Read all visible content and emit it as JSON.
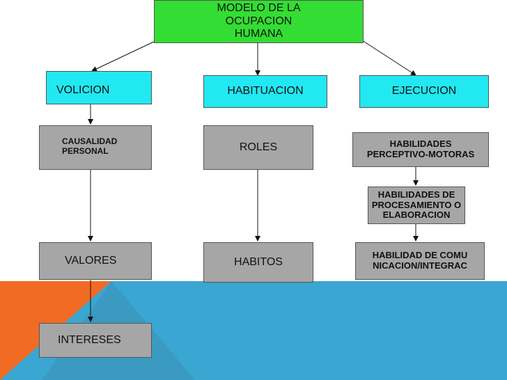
{
  "title": "MODELO DE LA OCUPACION HUMANA",
  "columns": {
    "volicion": {
      "header": "VOLICION",
      "items": [
        "CAUSALIDAD PERSONAL",
        "VALORES",
        "INTERESES"
      ]
    },
    "habituacion": {
      "header": "HABITUACION",
      "items": [
        "ROLES",
        "HABITOS"
      ]
    },
    "ejecucion": {
      "header": "EJECUCION",
      "items": [
        "HABILIDADES PERCEPTIVO-MOTORAS",
        "HABILIDADES DE PROCESAMIENTO O ELABORACION",
        "HABILIDAD DE COMU NICACION/INTEGRAC"
      ]
    }
  },
  "colors": {
    "title_box": "#33dd33",
    "header_box": "#22e8f2",
    "item_box": "#a6a6a6",
    "band_blue": "#3aa6d2",
    "band_orange": "#f26b24"
  }
}
